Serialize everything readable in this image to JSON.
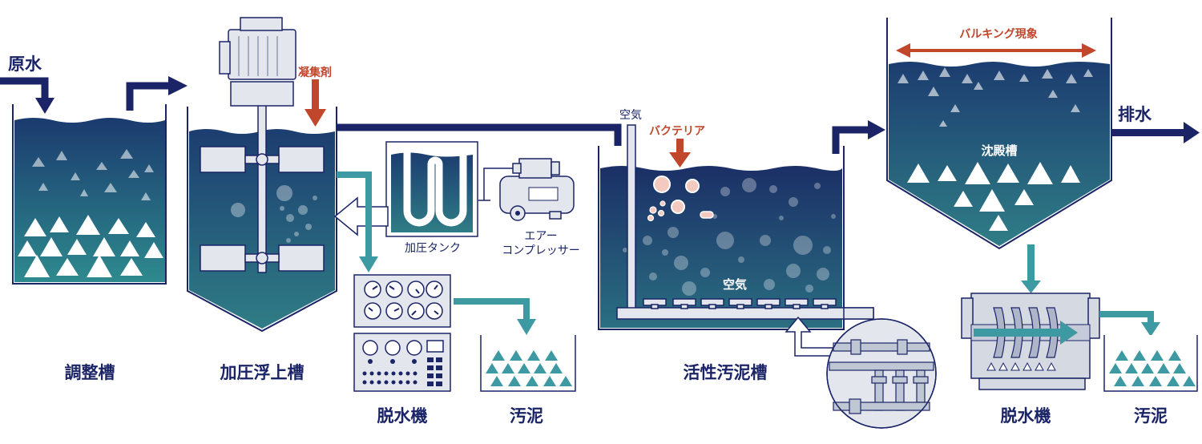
{
  "colors": {
    "navy": "#1a2466",
    "teal_arrow": "#3d9aa3",
    "red_arrow": "#c0462c",
    "water_top": "#1c3d70",
    "water_bottom": "#2f7d86",
    "equipment_gray": "#e3e6ec"
  },
  "labels": {
    "raw_water": "原水",
    "equalization_tank": "調整槽",
    "coagulant": "凝集剤",
    "daf_tank": "加圧浮上槽",
    "pressure_tank": "加圧タンク",
    "air_compressor_line1": "エアー",
    "air_compressor_line2": "コンプレッサー",
    "dewatering_machine_1": "脱水機",
    "sludge_1": "汚泥",
    "air_pipe": "空気",
    "bacteria": "バクテリア",
    "air_bubbles": "空気",
    "activated_sludge_tank": "活性汚泥槽",
    "bulking": "バルキング現象",
    "settling_tank": "沈殿槽",
    "discharge": "排水",
    "dewatering_machine_2": "脱水機",
    "sludge_2": "汚泥"
  }
}
